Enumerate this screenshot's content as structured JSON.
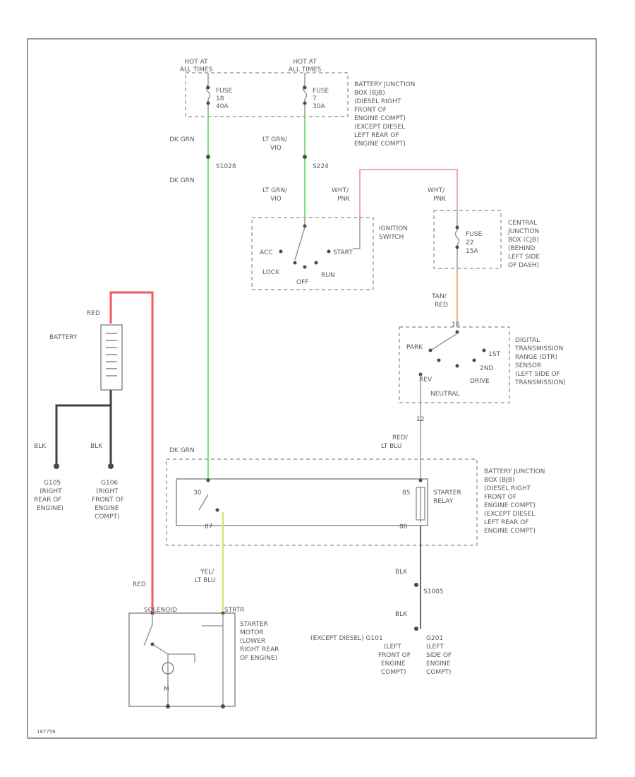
{
  "fuses": {
    "left_hot": [
      "HOT AT",
      "ALL TIMES"
    ],
    "right_hot": [
      "HOT AT",
      "ALL TIMES"
    ],
    "left_fuse": [
      "FUSE",
      "18",
      "40A"
    ],
    "right_fuse": [
      "FUSE",
      "7",
      "30A"
    ],
    "box_label": [
      "BATTERY JUNCTION",
      "BOX (BJB)",
      "(DIESEL RIGHT",
      "FRONT OF",
      "ENGINE COMPT)",
      "(EXCEPT DIESEL",
      "LEFT REAR OF",
      "ENGINE COMPT)"
    ]
  },
  "wires": {
    "dk_grn_1": "DK GRN",
    "splice_s1028": "S1028",
    "dk_grn_2": "DK GRN",
    "lt_grn_vio_1": [
      "LT GRN/",
      "VIO"
    ],
    "splice_s224": "S224",
    "lt_grn_vio_2": [
      "LT GRN/",
      "VIO"
    ],
    "wht_pnk_1": [
      "WHT/",
      "PNK"
    ],
    "wht_pnk_2": [
      "WHT/",
      "PNK"
    ],
    "tan_red": [
      "TAN/",
      "RED"
    ],
    "red_lt_blu": [
      "RED/",
      "LT BLU"
    ],
    "dk_grn_3": "DK GRN",
    "yel_lt_blu": [
      "YEL/",
      "LT BLU"
    ],
    "red_battery": "RED",
    "red_starter": "RED",
    "blk_1": "BLK",
    "blk_2": "BLK",
    "blk_3": "BLK",
    "splice_s1005": "S1005",
    "blk_4": "BLK"
  },
  "ignition_switch": {
    "label": [
      "IGNITION",
      "SWITCH"
    ],
    "acc": "ACC",
    "lock": "LOCK",
    "off": "OFF",
    "run": "RUN",
    "start": "START"
  },
  "central_junction": {
    "fuse": [
      "FUSE",
      "22",
      "15A"
    ],
    "label": [
      "CENTRAL",
      "JUNCTION",
      "BOX (CJB)",
      "(BEHIND",
      "LEFT SIDE",
      "OF DASH)"
    ]
  },
  "dtr_sensor": {
    "park": "PARK",
    "rev": "REV",
    "first": "1ST",
    "second": "2ND",
    "drive": "DRIVE",
    "neutral": "NEUTRAL",
    "pin_top": "10",
    "pin_bottom": "12",
    "label": [
      "DIGITAL",
      "TRANSMISSION",
      "RANGE (DTR)",
      "SENSOR",
      "(LEFT SIDE OF",
      "TRANSMISSION)"
    ]
  },
  "battery": {
    "label": "BATTERY",
    "ground_1": [
      "G105",
      "(RIGHT",
      "REAR OF",
      "ENGINE)"
    ],
    "ground_2": [
      "G106",
      "(RIGHT",
      "FRONT OF",
      "ENGINE",
      "COMPT)"
    ]
  },
  "starter_relay": {
    "pin_30": "30",
    "pin_87": "87",
    "pin_85": "85",
    "pin_86": "86",
    "label": [
      "STARTER",
      "RELAY"
    ],
    "box_label": [
      "BATTERY JUNCTION",
      "BOX (BJB)",
      "(DIESEL RIGHT",
      "FRONT OF",
      "ENGINE COMPT)",
      "(EXCEPT DIESEL",
      "LEFT REAR OF",
      "ENGINE COMPT)"
    ]
  },
  "starter_motor": {
    "terminal_1": "SOLENOID",
    "terminal_2": "STRTR",
    "motor_symbol": "M",
    "label": [
      "STARTER",
      "MOTOR",
      "(LOWER",
      "RIGHT REAR",
      "OF ENGINE)"
    ]
  },
  "grounds_bottom": {
    "g101": [
      "(EXCEPT DIESEL) G101",
      "(LEFT",
      "FRONT OF",
      "ENGINE",
      "COMPT)"
    ],
    "g201": [
      "G201",
      "(LEFT",
      "SIDE OF",
      "ENGINE",
      "COMPT)"
    ]
  },
  "footer": {
    "code": "187756"
  }
}
